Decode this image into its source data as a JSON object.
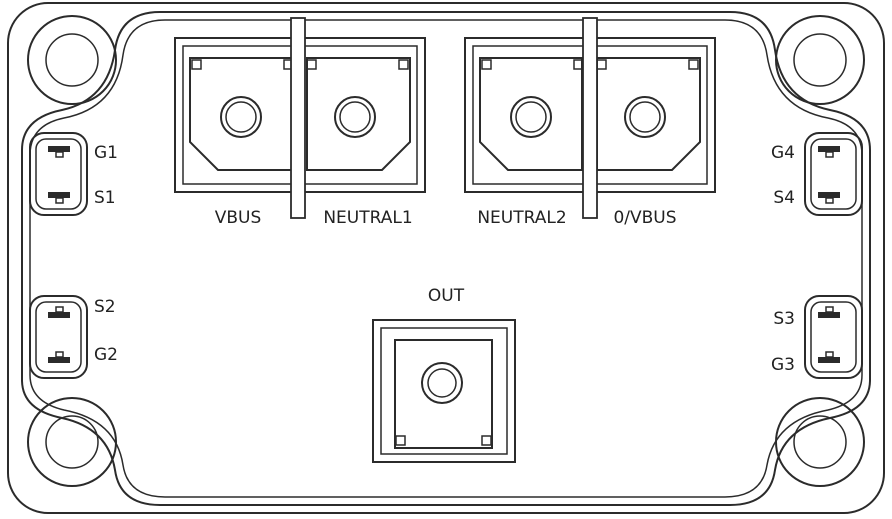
{
  "terminals": {
    "vbus": "VBUS",
    "neutral1": "NEUTRAL1",
    "neutral2": "NEUTRAL2",
    "ovbus": "0/VBUS",
    "out": "OUT"
  },
  "pins": {
    "g1": "G1",
    "s1": "S1",
    "s2": "S2",
    "g2": "G2",
    "g4": "G4",
    "s4": "S4",
    "s3": "S3",
    "g3": "G3"
  }
}
